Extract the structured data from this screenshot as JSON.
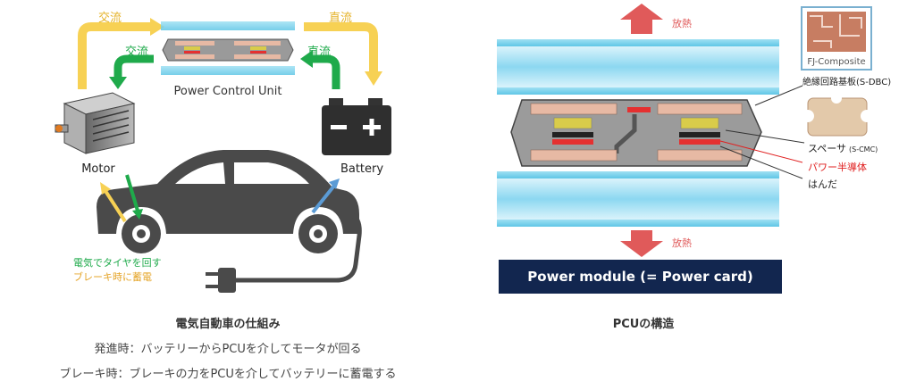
{
  "left": {
    "label_ac_top": "交流",
    "label_dc_top": "直流",
    "label_ac_inner": "交流",
    "label_dc_inner": "直流",
    "pcu_label": "Power Control Unit",
    "motor_label": "Motor",
    "battery_label": "Battery",
    "legend_green": "電気でタイヤを回す",
    "legend_yellow": "ブレーキ時に蓄電",
    "caption_title": "電気自動車の仕組み",
    "caption_line1": "発進時：バッテリーからPCUを介してモータが回る",
    "caption_line2": "ブレーキ時：ブレーキの力をPCUを介してバッテリーに蓄電する"
  },
  "right": {
    "heat_top": "放熱",
    "heat_bottom": "放熱",
    "logo_text": "FJ-Composite",
    "label_sdbc": "絶縁回路基板(S-DBC)",
    "label_spacer": "スペーサ",
    "label_spacer_sub": "(S-CMC)",
    "label_power_semi": "パワー半導体",
    "label_solder": "はんだ",
    "power_module": "Power module (= Power card)",
    "caption_title": "PCUの構造"
  },
  "colors": {
    "yellow_arrow": "#f7d154",
    "green_arrow": "#1faa4b",
    "blue_arrow": "#5b9bd5",
    "red_arrow": "#e05a5a",
    "red_text": "#e02020",
    "navy": "#12264f",
    "copper": "#e7b9a4",
    "chip_yellow": "#d9cc4a",
    "chip_red": "#e53030"
  }
}
